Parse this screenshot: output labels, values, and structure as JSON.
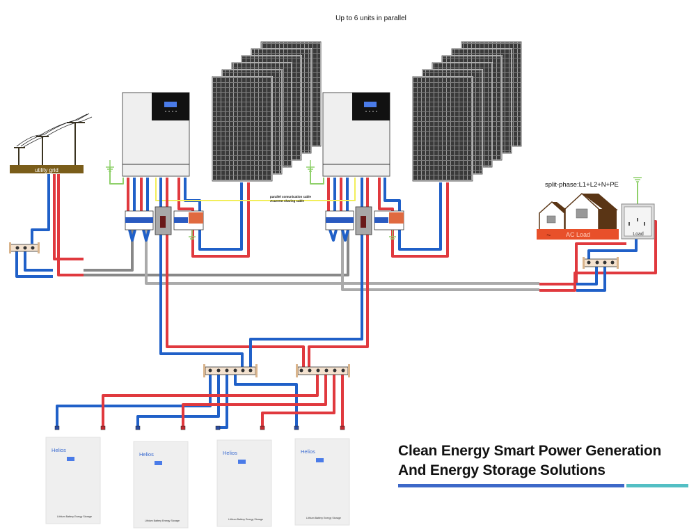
{
  "header": {
    "title": "Up to 6 units in parallel"
  },
  "grid": {
    "label": "utility grid"
  },
  "inverters": [
    {
      "id": "inverter-1",
      "display": "lcd-screen"
    },
    {
      "id": "inverter-2",
      "display": "lcd-screen"
    }
  ],
  "solar_arrays": [
    {
      "id": "pv-array-1",
      "panel_count": 6
    },
    {
      "id": "pv-array-2",
      "panel_count": 6
    }
  ],
  "cables": {
    "parallel_comm": "parallel comunication cable",
    "current_sharing": "Acurrent sharing cable"
  },
  "load": {
    "phase_label": "split-phase:L1+L2+N+PE",
    "ac_load_label": "AC Load",
    "panel_label": "Load"
  },
  "batteries": [
    {
      "brand": "Helios",
      "caption": "Lithium Battery Energy Storage"
    },
    {
      "brand": "Helios",
      "caption": "Lithium Battery Energy Storage"
    },
    {
      "brand": "Helios",
      "caption": "Lithium Battery Energy Storage"
    },
    {
      "brand": "Helios",
      "caption": "Lithium Battery Energy Storage"
    }
  ],
  "headline": {
    "line1": "Clean Energy Smart Power Generation",
    "line2": "And Energy Storage Solutions"
  },
  "colors": {
    "positive": "#e0393e",
    "negative": "#2060c8",
    "ac_line": "#8a8a8a",
    "ground": "#8fd06a",
    "comm": "#f2ee5a",
    "accent_blue": "#3d68c8",
    "accent_teal": "#53bfc4"
  }
}
